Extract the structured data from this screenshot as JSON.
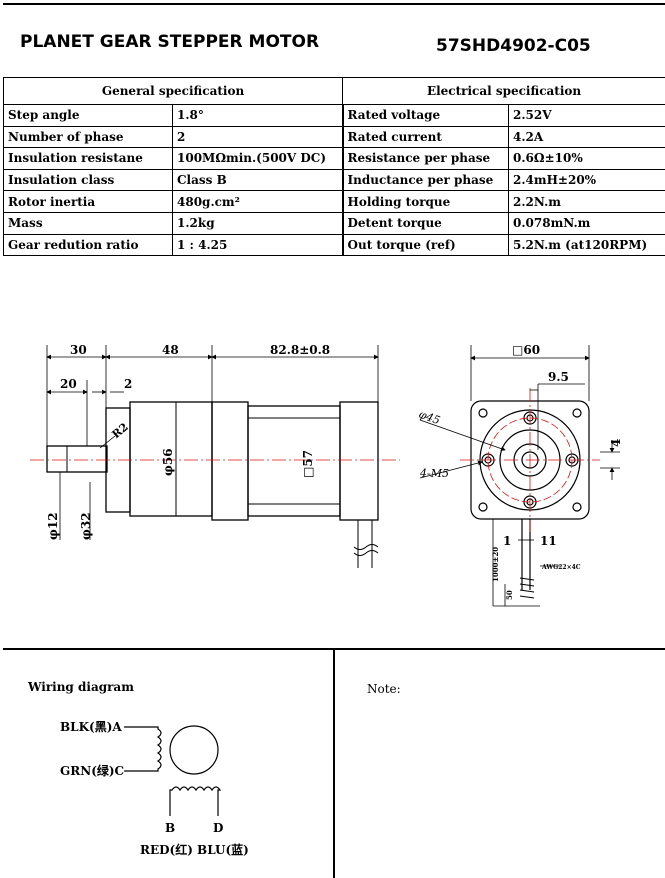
{
  "header": {
    "title": "PLANET GEAR STEPPER MOTOR",
    "model": "57SHD4902-C05"
  },
  "spec": {
    "general_heading": "General  specification",
    "electrical_heading": "Electrical  specification",
    "rows": [
      {
        "g_label": "Step angle",
        "g_value": "1.8°",
        "e_label": "Rated voltage",
        "e_value": "2.52V"
      },
      {
        "g_label": "Number of phase",
        "g_value": "2",
        "e_label": "Rated current",
        "e_value": "4.2A"
      },
      {
        "g_label": "Insulation resistane",
        "g_value": "100MΩmin.(500V DC)",
        "e_label": "Resistance per phase",
        "e_value": "0.6Ω±10%"
      },
      {
        "g_label": "Insulation class",
        "g_value": "Class B",
        "e_label": "Inductance per phase",
        "e_value": "2.4mH±20%"
      },
      {
        "g_label": "Rotor inertia",
        "g_value": "480g.cm²",
        "e_label": "Holding torque",
        "e_value": "2.2N.m"
      },
      {
        "g_label": "Mass",
        "g_value": "1.2kg",
        "e_label": "Detent torque",
        "e_value": "0.078mN.m"
      },
      {
        "g_label": "Gear redution ratio",
        "g_value": "1 : 4.25",
        "e_label": "Out torque (ref)",
        "e_value": "5.2N.m (at120RPM)"
      }
    ]
  },
  "drawing": {
    "dim_30": "30",
    "dim_48": "48",
    "dim_828": "82.8±0.8",
    "dim_20": "20",
    "dim_2": "2",
    "dim_r2": "R2",
    "dim_d56": "φ56",
    "dim_sq57": "□57",
    "dim_d12": "φ12",
    "dim_d32": "φ32",
    "dim_sq60": "□60",
    "dim_95": "9.5",
    "dim_d45": "φ45",
    "dim_4": "4",
    "dim_4m5": "4-M5",
    "dim_1": "1",
    "dim_11": "11",
    "dim_lead": "1000±20",
    "dim_50": "50",
    "dim_awg": "AWG22×4C"
  },
  "wiring": {
    "title": "Wiring diagram",
    "blk": "BLK(黑)A",
    "grn": "GRN(绿)C",
    "b": "B",
    "d": "D",
    "red_blu": "RED(红) BLU(蓝)"
  },
  "note": {
    "label": "Note:"
  }
}
